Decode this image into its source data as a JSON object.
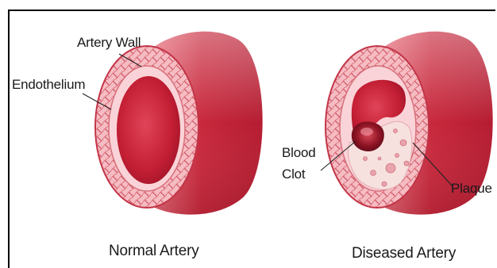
{
  "labels": {
    "artery_wall": "Artery Wall",
    "endothelium": "Endothelium",
    "blood_clot_line1": "Blood",
    "blood_clot_line2": "Clot",
    "plaque": "Plaque"
  },
  "captions": {
    "normal": "Normal Artery",
    "diseased": "Diseased Artery"
  },
  "colors": {
    "vessel_dark": "#c8283c",
    "vessel_light": "#f3a0aa",
    "wall_pink": "#f6c6cc",
    "lumen_red": "#d12a3d",
    "clot_dark": "#7a0f1c",
    "plaque_cream": "#f8e6e4"
  }
}
